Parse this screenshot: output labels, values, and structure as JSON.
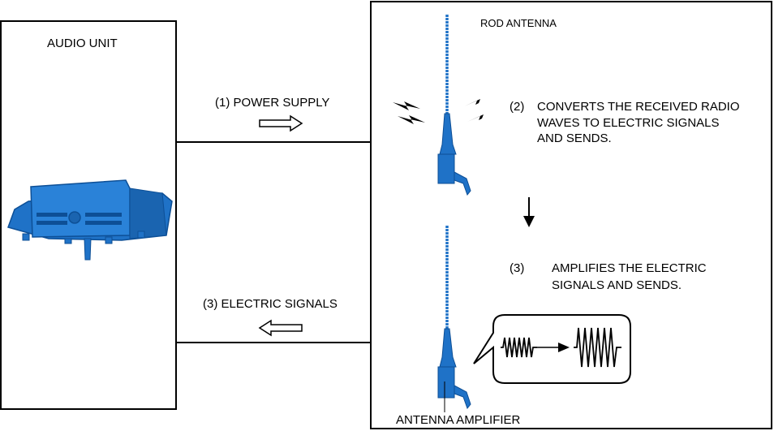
{
  "audio_unit": {
    "label": "AUDIO UNIT"
  },
  "rod_antenna": {
    "label": "ROD ANTENNA"
  },
  "antenna_amplifier": {
    "label": "ANTENNA AMPLIFIER"
  },
  "flows": {
    "power_supply": {
      "num": "(1)",
      "text": "POWER SUPPLY"
    },
    "electric_signals": {
      "num": "(3)",
      "text": "ELECTRIC SIGNALS"
    }
  },
  "steps": {
    "step2": {
      "num": "(2)",
      "lines": [
        "CONVERTS THE RECEIVED RADIO",
        "WAVES TO ELECTRIC SIGNALS",
        "AND SENDS."
      ]
    },
    "step3": {
      "num": "(3)",
      "lines": [
        "AMPLIFIES THE ELECTRIC",
        "SIGNALS AND SENDS."
      ]
    }
  },
  "colors": {
    "component_blue": "#1f72c7",
    "component_dark": "#0d4f96",
    "line": "#000000"
  },
  "icons": [
    "radio-wave-icon",
    "hollow-arrow-right-icon",
    "hollow-arrow-left-icon",
    "down-arrow-icon",
    "signal-amplify-icon"
  ]
}
